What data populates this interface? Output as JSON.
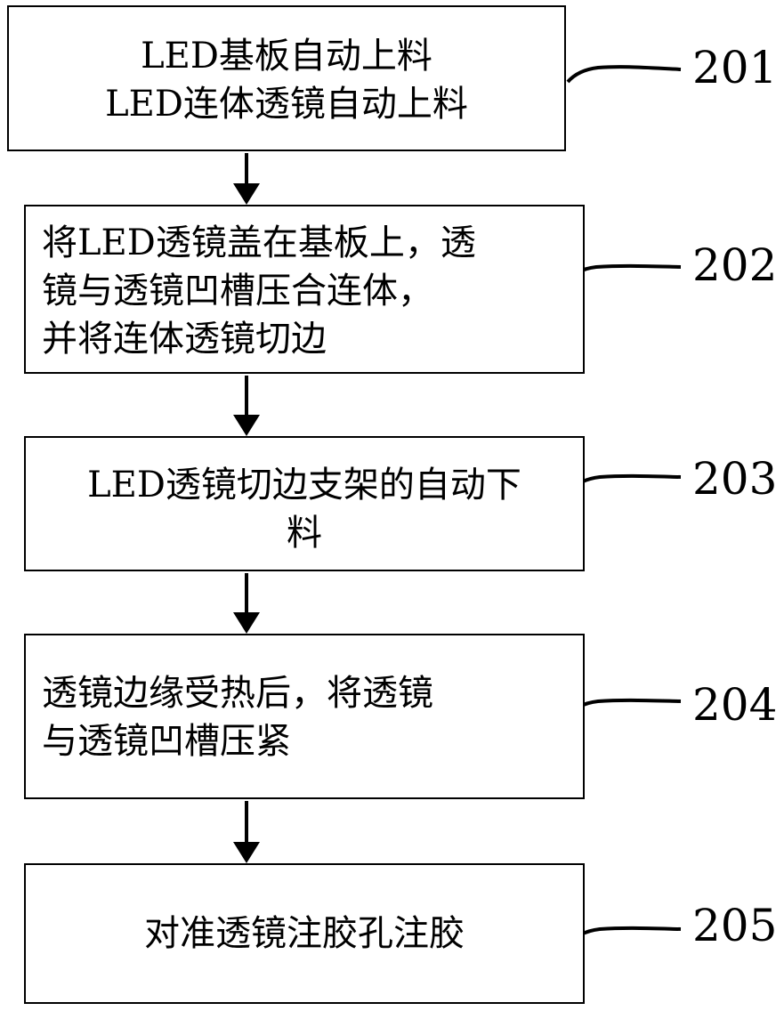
{
  "steps": [
    {
      "id": "201",
      "number": "201",
      "lines": [
        "LED基板自动上料",
        "LED连体透镜自动上料"
      ]
    },
    {
      "id": "202",
      "number": "202",
      "lines": [
        "将LED透镜盖在基板上，透",
        "镜与透镜凹槽压合连体，",
        "并将连体透镜切边"
      ]
    },
    {
      "id": "203",
      "number": "203",
      "lines": [
        "LED透镜切边支架的自动下",
        "料"
      ]
    },
    {
      "id": "204",
      "number": "204",
      "lines": [
        "透镜边缘受热后，将透镜",
        "与透镜凹槽压紧"
      ]
    },
    {
      "id": "205",
      "number": "205",
      "lines": [
        "对准透镜注胶孔注胶"
      ]
    }
  ]
}
